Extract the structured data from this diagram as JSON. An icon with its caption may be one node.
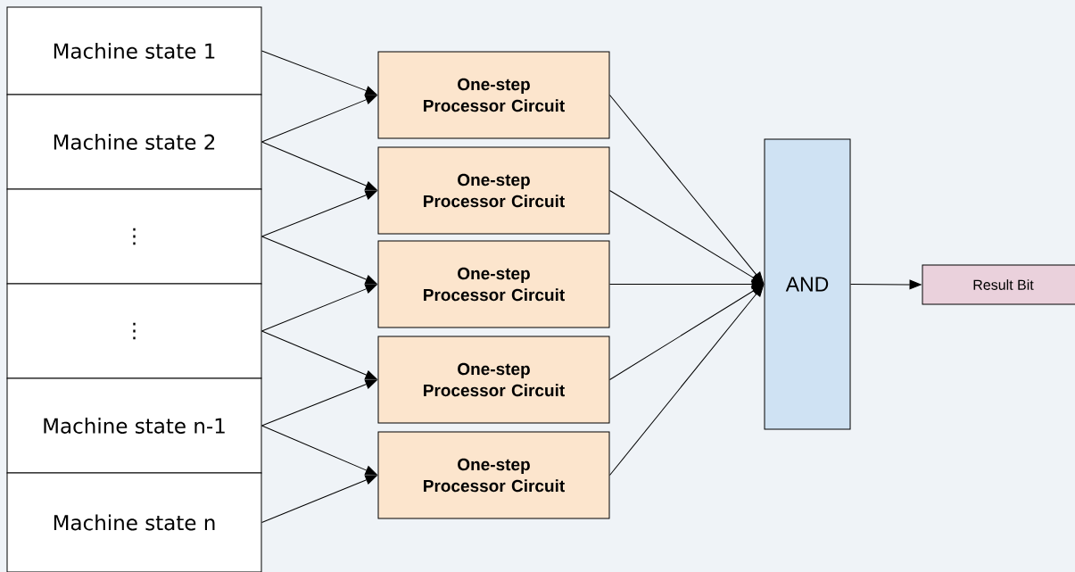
{
  "diagram": {
    "nodes": [
      {
        "text": [
          "Machine state 1"
        ]
      },
      {
        "text": [
          "Machine state 2"
        ]
      },
      {
        "text": [
          "⋮"
        ]
      },
      {
        "text": [
          "⋮"
        ]
      },
      {
        "text": [
          "Machine state n-1"
        ]
      },
      {
        "text": [
          "Machine state n"
        ]
      },
      {
        "text": [
          "One-step Processor Circuit"
        ]
      },
      {
        "text": [
          "One-step Processor Circuit"
        ]
      },
      {
        "text": [
          "One-step Processor Circuit"
        ]
      },
      {
        "text": [
          "One-step Processor Circuit"
        ]
      },
      {
        "text": [
          "One-step Processor Circuit"
        ]
      },
      {
        "text": [
          "AND"
        ]
      },
      {
        "text": [
          "Result Bit"
        ]
      }
    ],
    "edges": [
      {
        "from": 0,
        "to": 6,
        "arrow": "to"
      },
      {
        "from": 1,
        "to": 6,
        "arrow": "to"
      },
      {
        "from": 1,
        "to": 7,
        "arrow": "to"
      },
      {
        "from": 2,
        "to": 7,
        "arrow": "to"
      },
      {
        "from": 2,
        "to": 8,
        "arrow": "to"
      },
      {
        "from": 3,
        "to": 8,
        "arrow": "to"
      },
      {
        "from": 3,
        "to": 9,
        "arrow": "to"
      },
      {
        "from": 4,
        "to": 9,
        "arrow": "to"
      },
      {
        "from": 4,
        "to": 10,
        "arrow": "to"
      },
      {
        "from": 5,
        "to": 10,
        "arrow": "to"
      },
      {
        "from": 6,
        "to": 11,
        "arrow": "to"
      },
      {
        "from": 7,
        "to": 11,
        "arrow": "to"
      },
      {
        "from": 8,
        "to": 11,
        "arrow": "to"
      },
      {
        "from": 9,
        "to": 11,
        "arrow": "to"
      },
      {
        "from": 10,
        "to": 11,
        "arrow": "to"
      },
      {
        "from": 11,
        "to": 12,
        "arrow": "to"
      }
    ]
  }
}
